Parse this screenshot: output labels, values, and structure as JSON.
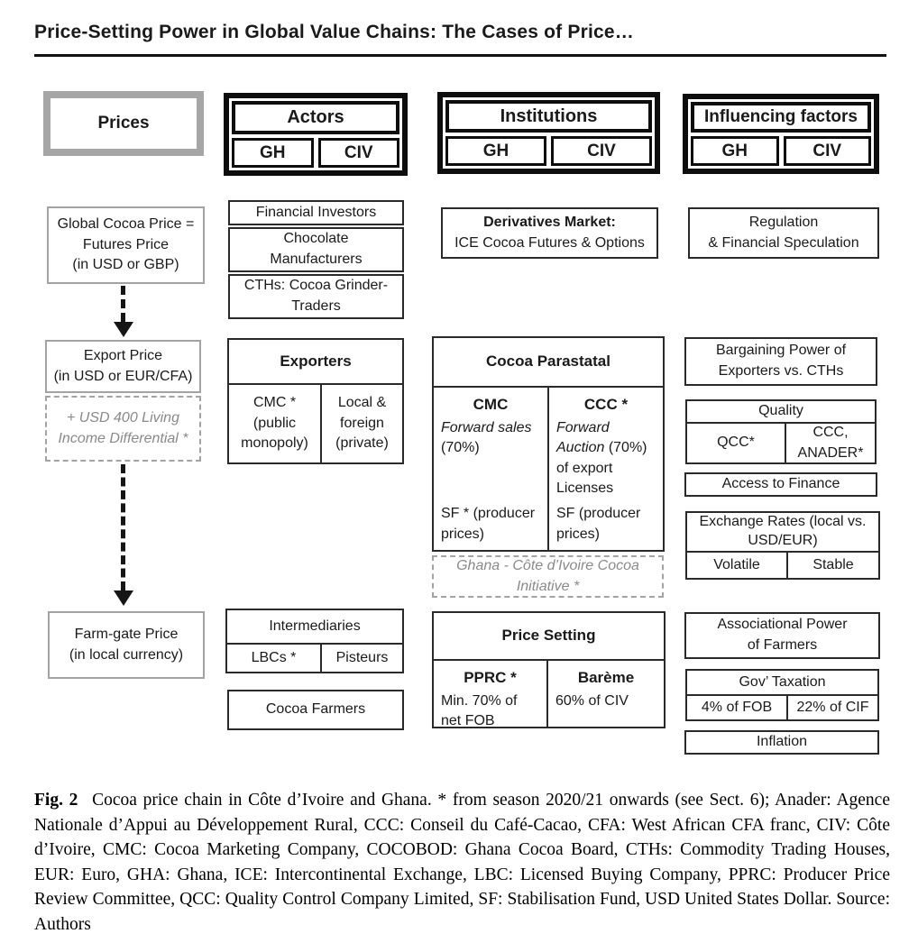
{
  "running_head": "Price-Setting Power in Global Value Chains: The Cases of Price…",
  "colors": {
    "border_black": "#0d0d0d",
    "border_gray": "#a6a6a6",
    "gray_text": "#8a8a8a"
  },
  "prices_col": {
    "header": "Prices",
    "global_price": "Global Cocoa Price =\nFutures Price\n(in USD or GBP)",
    "export_price": "Export Price\n(in USD or EUR/CFA)",
    "lid": "+ USD 400 Living\nIncome Differential *",
    "farm_gate": "Farm-gate Price\n(in local currency)"
  },
  "actors_col": {
    "header": "Actors",
    "gh": "GH",
    "civ": "CIV",
    "boxes": [
      "Financial Investors",
      "Chocolate\nManufacturers",
      "CTHs: Cocoa Grinder-\nTraders"
    ],
    "exporters": {
      "title": "Exporters",
      "gh": "CMC *\n(public\nmonopoly)",
      "civ": "Local &\nforeign\n(private)"
    },
    "intermediaries": {
      "title": "Intermediaries",
      "gh": "LBCs *",
      "civ": "Pisteurs"
    },
    "farmers": "Cocoa Farmers"
  },
  "institutions_col": {
    "header": "Institutions",
    "gh": "GH",
    "civ": "CIV",
    "derivatives": {
      "title": "Derivatives Market:",
      "subtitle": "ICE Cocoa Futures & Options"
    },
    "parastatal": {
      "title": "Cocoa Parastatal",
      "gh_name": "CMC",
      "gh_line1": "Forward sales",
      "gh_line2": "(70%)",
      "gh_sf": "SF * (producer\nprices)",
      "civ_name": "CCC *",
      "civ_line1": "Forward",
      "civ_line2_italic": "Auction",
      "civ_line2_rest": "(70%)",
      "civ_line3": "of export",
      "civ_line4": "Licenses",
      "civ_sf": "SF (producer\nprices)"
    },
    "initiative": "Ghana - Côte d’Ivoire Cocoa\nInitiative *",
    "price_setting": {
      "title": "Price Setting",
      "gh_name": "PPRC *",
      "gh_body": "Min. 70% of\nnet FOB",
      "civ_name": "Barème",
      "civ_body": "60% of CIV"
    }
  },
  "factors_col": {
    "header": "Influencing factors",
    "gh": "GH",
    "civ": "CIV",
    "regulation": "Regulation\n& Financial Speculation",
    "bargaining": "Bargaining Power of\nExporters vs. CTHs",
    "quality": {
      "title": "Quality",
      "gh": "QCC*",
      "civ": "CCC,\nANADER*"
    },
    "access": "Access to Finance",
    "exchange": {
      "title": "Exchange Rates (local vs.\nUSD/EUR)",
      "gh": "Volatile",
      "civ": "Stable"
    },
    "associational": "Associational Power\nof Farmers",
    "taxation": {
      "title": "Gov’ Taxation",
      "gh": "4% of FOB",
      "civ": "22% of CIF"
    },
    "inflation": "Inflation"
  },
  "caption": {
    "fig_label": "Fig. 2",
    "text": "Cocoa price chain in Côte d’Ivoire and Ghana.  * from season 2020/21 onwards (see Sect. 6); Anader: Agence Nationale d’Appui au Développement Rural, CCC: Conseil du Café-Cacao, CFA: West African CFA franc, CIV: Côte d’Ivoire, CMC: Cocoa Marketing Company, COCOBOD: Ghana Cocoa Board, CTHs: Commodity Trading Houses, EUR: Euro, GHA: Ghana, ICE: Intercontinental Exchange, LBC: Licensed Buying Company, PPRC: Producer Price Review Committee, QCC: Quality Control Company Limited, SF: Stabilisation Fund, USD United States Dollar. Source: Authors"
  }
}
